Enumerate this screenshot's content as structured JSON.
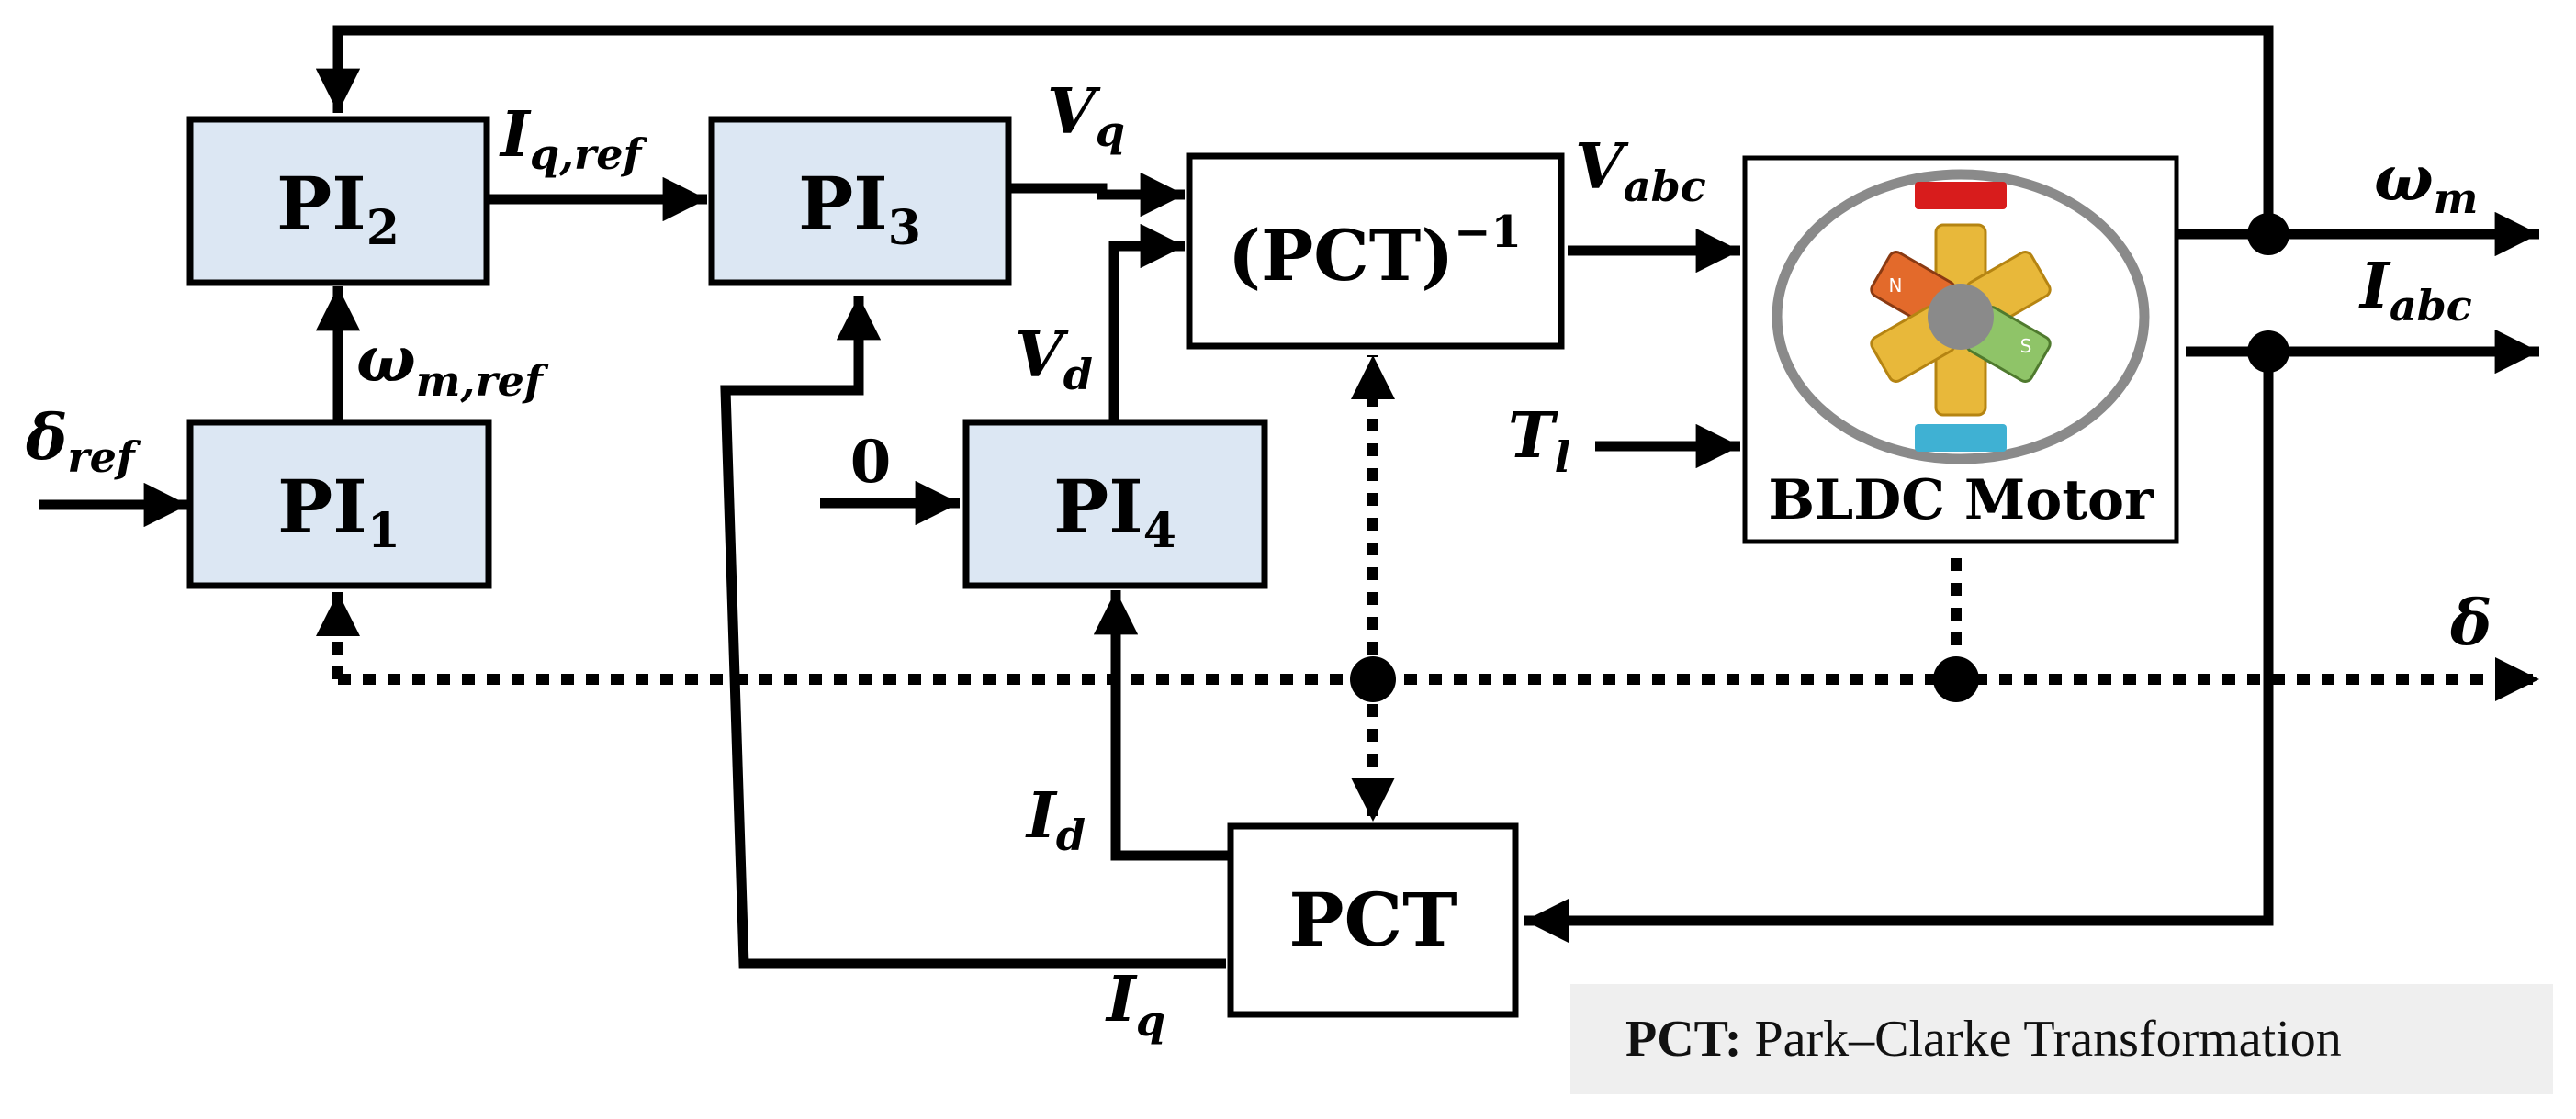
{
  "blocks": {
    "pi1": {
      "base": "PI",
      "sub": "1"
    },
    "pi2": {
      "base": "PI",
      "sub": "2"
    },
    "pi3": {
      "base": "PI",
      "sub": "3"
    },
    "pi4": {
      "base": "PI",
      "sub": "4"
    },
    "inv_pct": {
      "base": "(PCT)",
      "sup": "−1"
    },
    "pct": {
      "base": "PCT"
    },
    "motor": {
      "label": "BLDC Motor",
      "magnet_n": "N",
      "magnet_s": "S"
    }
  },
  "signals": {
    "delta_ref": {
      "base": "δ",
      "sub": "ref"
    },
    "omega_m_ref": {
      "base": "ω",
      "sub": "m,ref"
    },
    "iq_ref": {
      "base": "I",
      "sub": "q,ref"
    },
    "vq": {
      "base": "V",
      "sub": "q"
    },
    "vd": {
      "base": "V",
      "sub": "d"
    },
    "zero": "0",
    "vabc": {
      "base": "V",
      "sub": "abc"
    },
    "tl": {
      "base": "T",
      "sub": "l"
    },
    "omega_m": {
      "base": "ω",
      "sub": "m"
    },
    "iabc": {
      "base": "I",
      "sub": "abc"
    },
    "delta": "δ",
    "id": {
      "base": "I",
      "sub": "d"
    },
    "iq": {
      "base": "I",
      "sub": "q"
    }
  },
  "note": {
    "key": "PCT:",
    "text": " Park–Clarke Transformation"
  },
  "colors": {
    "pi_fill": "#dce7f3",
    "box_fill": "#ffffff",
    "note_bg": "#efefef",
    "line": "#000000",
    "motor_red": "#d81c1c",
    "motor_blue": "#3fb1d3",
    "coil": "#e8b83a",
    "magnet_n": "#e36a2b",
    "magnet_s": "#8fc468",
    "rotor": "#8a8a8a"
  }
}
